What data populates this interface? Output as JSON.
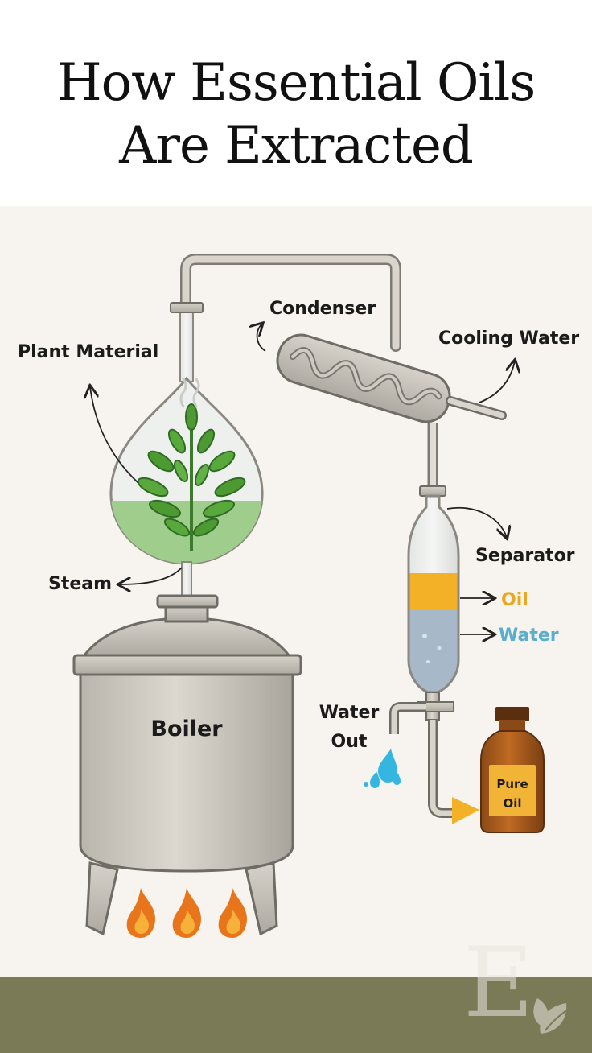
{
  "title": {
    "line1": "How Essential Oils",
    "line2": "Are Extracted"
  },
  "labels": {
    "plant_material": "Plant Material",
    "condenser": "Condenser",
    "cooling_water": "Cooling Water",
    "steam": "Steam",
    "separator": "Separator",
    "oil": "Oil",
    "water": "Water",
    "water_out_line1": "Water",
    "water_out_line2": "Out",
    "boiler": "Boiler",
    "pure_oil_line1": "Pure",
    "pure_oil_line2": "Oil"
  },
  "colors": {
    "oil": "#e8a820",
    "water": "#5aaecb",
    "band": "#7a7a57",
    "flame": "#e8741c"
  },
  "icons": [
    "arrow-icon",
    "flame-icon",
    "water-drop-icon",
    "plant-icon",
    "leaf-logo-icon"
  ]
}
